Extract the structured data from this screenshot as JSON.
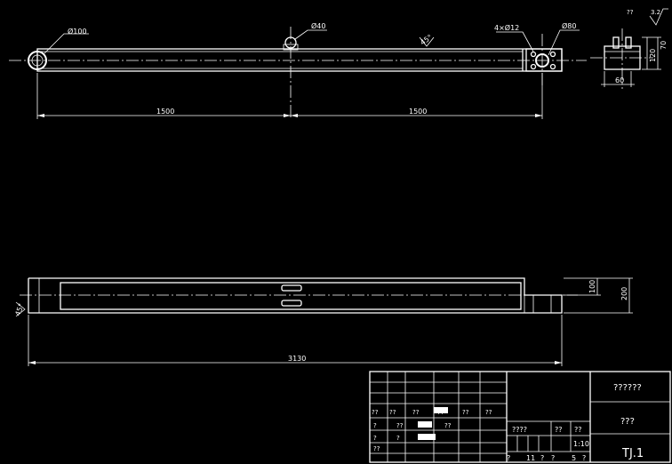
{
  "top_view": {
    "dim_left": "1500",
    "dim_right": "1500",
    "label_hole_left": "Ø100",
    "label_pin": "Ø40",
    "label_holes_right": "4×Ø12",
    "label_hole_right": "Ø80",
    "angle_label": "45°"
  },
  "side_view": {
    "dim_width": "60",
    "dim_h1": "120",
    "dim_h2": "70",
    "roughness_value": "3.2",
    "roughness_prefix": "??"
  },
  "front_view": {
    "dim_length": "3130",
    "dim_h_inner": "100",
    "dim_h_outer": "200",
    "angle_label": "45°"
  },
  "title_block": {
    "name": "??????",
    "material": "???",
    "drawing_no": "TJ.1",
    "scale_label": "??",
    "scale": "1:10",
    "weight_label": "????",
    "count_label": "??",
    "sheet_row": [
      "?",
      "11",
      "?",
      "?",
      "5",
      "?"
    ],
    "cells_row1": [
      "??",
      "??",
      "??",
      "??",
      "??",
      "??"
    ],
    "cells_row2": [
      "?",
      "??",
      "??"
    ],
    "cells_row3": [
      "?",
      "?",
      "??"
    ]
  }
}
